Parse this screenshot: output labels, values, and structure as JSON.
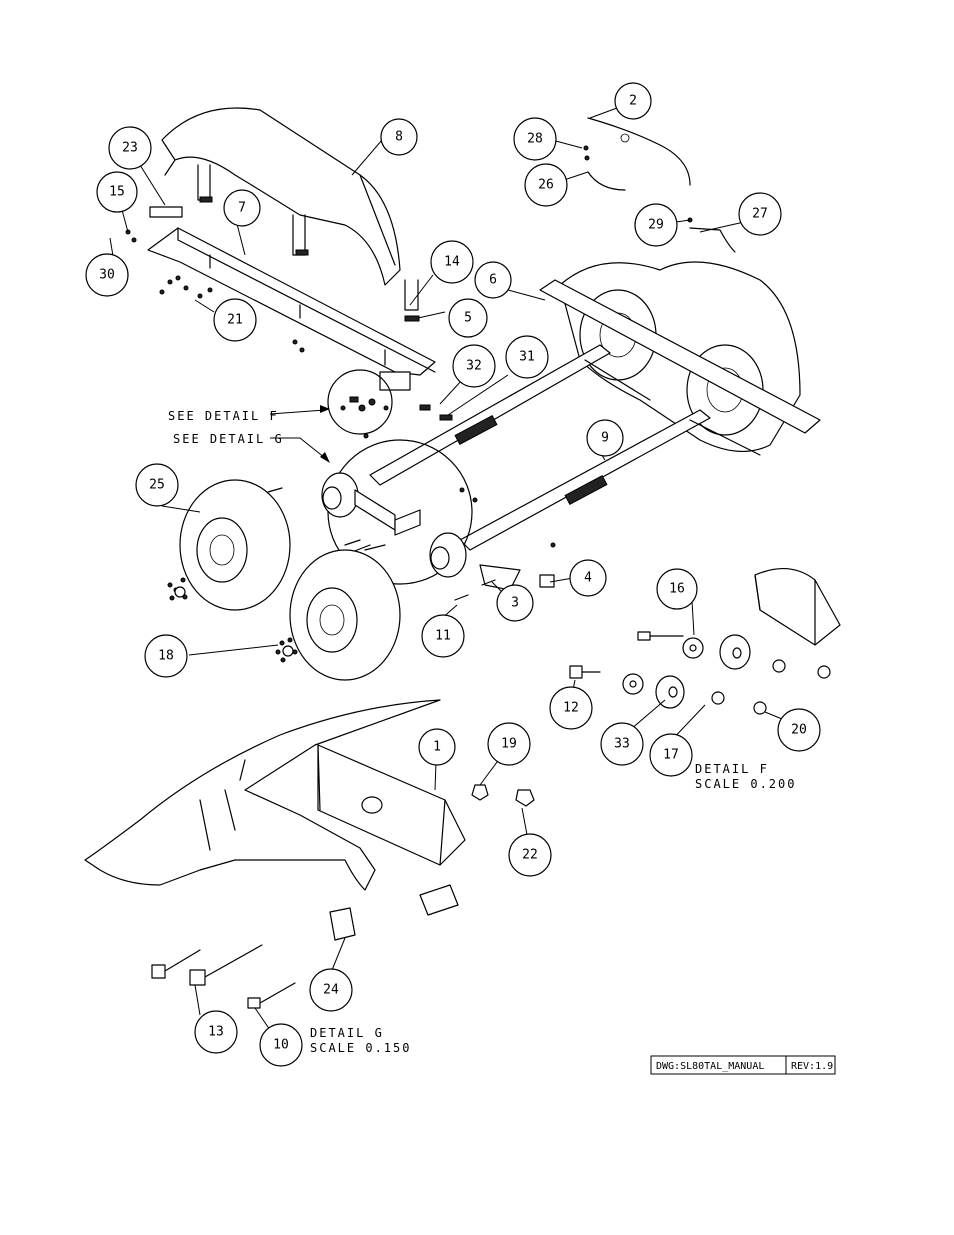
{
  "balloons": [
    {
      "n": "2"
    },
    {
      "n": "28"
    },
    {
      "n": "26"
    },
    {
      "n": "29"
    },
    {
      "n": "27"
    },
    {
      "n": "8"
    },
    {
      "n": "23"
    },
    {
      "n": "15"
    },
    {
      "n": "30"
    },
    {
      "n": "7"
    },
    {
      "n": "21"
    },
    {
      "n": "14"
    },
    {
      "n": "5"
    },
    {
      "n": "6"
    },
    {
      "n": "32"
    },
    {
      "n": "31"
    },
    {
      "n": "9"
    },
    {
      "n": "25"
    },
    {
      "n": "4"
    },
    {
      "n": "3"
    },
    {
      "n": "11"
    },
    {
      "n": "18"
    },
    {
      "n": "16"
    },
    {
      "n": "12"
    },
    {
      "n": "33"
    },
    {
      "n": "17"
    },
    {
      "n": "20"
    },
    {
      "n": "1"
    },
    {
      "n": "19"
    },
    {
      "n": "22"
    },
    {
      "n": "24"
    },
    {
      "n": "13"
    },
    {
      "n": "10"
    }
  ],
  "callouts": {
    "detail_f": "SEE DETAIL  F",
    "detail_g": "SEE DETAIL  G"
  },
  "detail_f_label": {
    "title": "DETAIL  F",
    "scale": "SCALE  0.200"
  },
  "detail_g_label": {
    "title": "DETAIL  G",
    "scale": "SCALE  0.150"
  },
  "title_block": {
    "dwg": "DWG:SL80TAL_MANUAL",
    "rev": "REV:1.9"
  }
}
